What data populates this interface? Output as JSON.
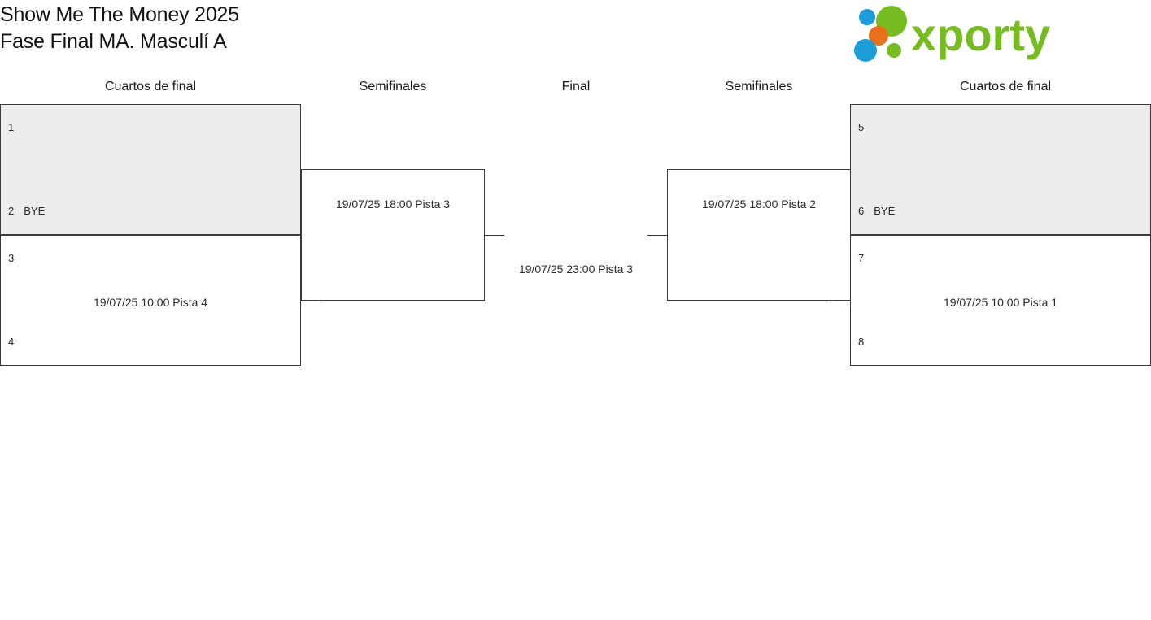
{
  "header": {
    "title_line1": "Show Me The Money 2025",
    "title_line2": "Fase Final MA. Masculí A",
    "logo_wordmark": "xporty"
  },
  "rounds": [
    {
      "label": "Cuartos de final"
    },
    {
      "label": "Semifinales"
    },
    {
      "label": "Final"
    },
    {
      "label": "Semifinales"
    },
    {
      "label": "Cuartos de final"
    }
  ],
  "bracket": {
    "left_quarterfinals": [
      {
        "seed_top": "1",
        "seed_bottom": "2",
        "bye_label": "BYE",
        "is_bye": true,
        "match_info": ""
      },
      {
        "seed_top": "3",
        "seed_bottom": "4",
        "bye_label": "",
        "is_bye": false,
        "match_info": "19/07/25 10:00  Pista 4"
      }
    ],
    "left_semifinal": {
      "match_info": "19/07/25 18:00 Pista 3"
    },
    "final": {
      "match_info": "19/07/25 23:00 Pista 3"
    },
    "right_semifinal": {
      "match_info": "19/07/25 18:00 Pista 2"
    },
    "right_quarterfinals": [
      {
        "seed_top": "5",
        "seed_bottom": "6",
        "bye_label": "BYE",
        "is_bye": true,
        "match_info": ""
      },
      {
        "seed_top": "7",
        "seed_bottom": "8",
        "bye_label": "",
        "is_bye": false,
        "match_info": "19/07/25 10:00  Pista 1"
      }
    ]
  },
  "colors": {
    "bye_fill": "#eeedee",
    "border": "#3a3a3a",
    "logo_green": "#76bc21",
    "logo_blue": "#1b9dd9",
    "logo_orange": "#e8701a",
    "text": "#1a1a1a"
  }
}
